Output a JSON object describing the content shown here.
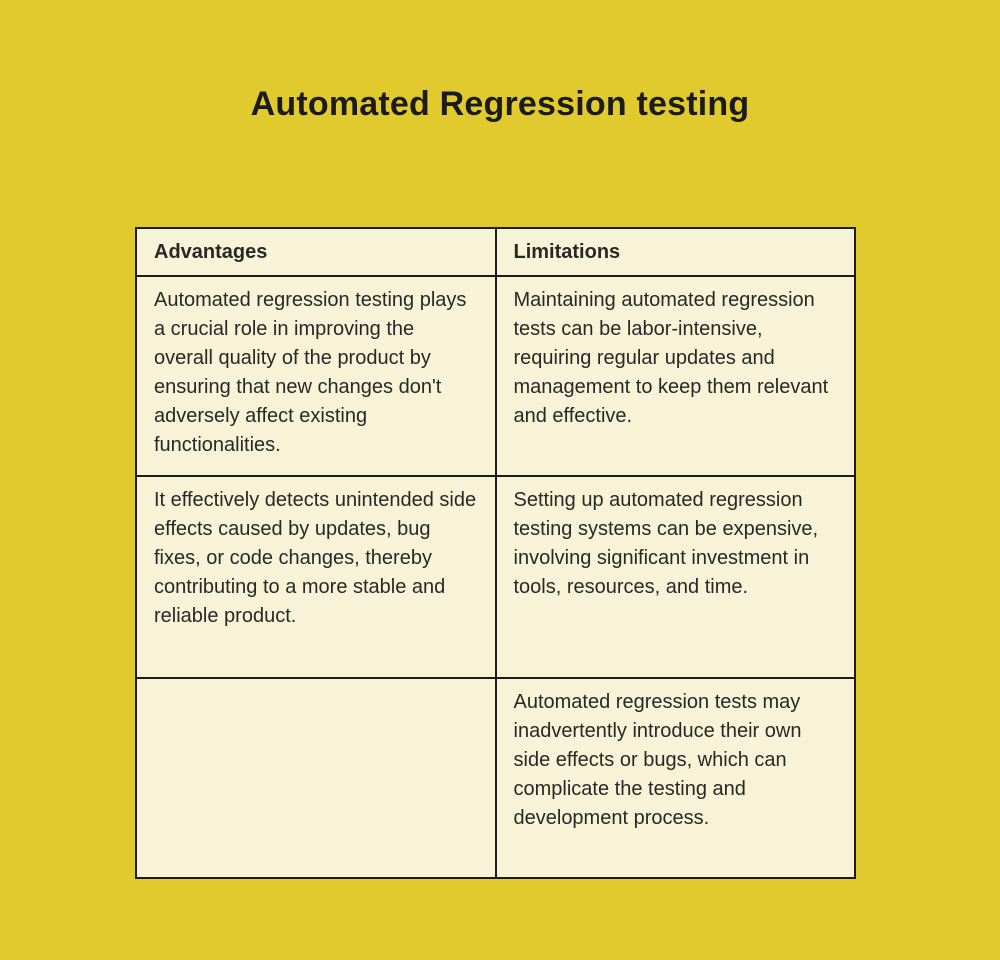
{
  "page": {
    "title": "Automated Regression testing",
    "colors": {
      "background": "#e0ca2d",
      "cell-bg": "#f8f3d6",
      "border": "#1c1c1c",
      "text": "#282828",
      "title": "#1b1b1b"
    }
  },
  "table": {
    "columns": [
      {
        "header": "Advantages"
      },
      {
        "header": "Limitations"
      }
    ],
    "rows": [
      {
        "advantages": "Automated regression testing plays a crucial role in improving the overall quality of the product by ensuring that new changes don't adversely affect existing functionalities.",
        "limitations": "Maintaining automated regression tests can be labor-intensive, requiring regular updates and management to keep them relevant and effective."
      },
      {
        "advantages": "It effectively detects unintended side effects caused by updates, bug fixes, or code changes, thereby contributing to a more stable and reliable product.",
        "limitations": "Setting up automated regression testing systems can be expensive, involving significant investment in tools, resources, and time."
      },
      {
        "advantages": "",
        "limitations": "Automated regression tests may inadvertently introduce their own side effects or bugs, which can complicate the testing and development process."
      }
    ]
  }
}
